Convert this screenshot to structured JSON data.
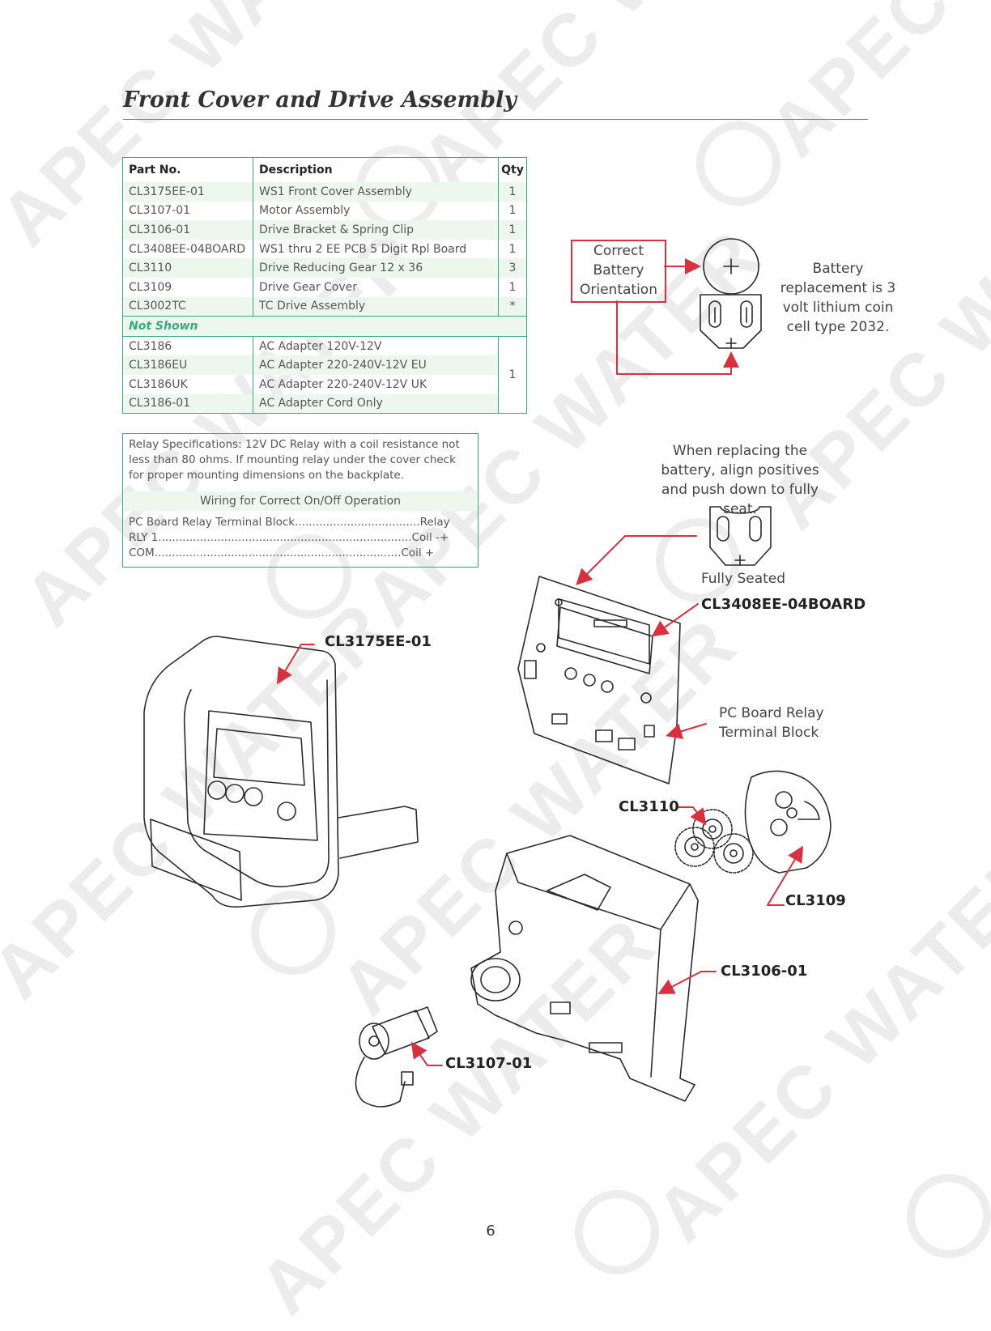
{
  "page_title": "Front Cover and Drive Assembly",
  "watermark": "APEC WATER",
  "parts_table": {
    "headers": [
      "Part No.",
      "Description",
      "Qty"
    ],
    "rows": [
      {
        "part": "CL3175EE-01",
        "desc": "WS1 Front Cover Assembly",
        "qty": "1"
      },
      {
        "part": "CL3107-01",
        "desc": "Motor Assembly",
        "qty": "1"
      },
      {
        "part": "CL3106-01",
        "desc": "Drive Bracket & Spring Clip",
        "qty": "1"
      },
      {
        "part": "CL3408EE-04BOARD",
        "desc": "WS1 thru 2 EE PCB 5 Digit Rpl Board",
        "qty": "1"
      },
      {
        "part": "CL3110",
        "desc": "Drive Reducing Gear 12 x 36",
        "qty": "3"
      },
      {
        "part": "CL3109",
        "desc": "Drive Gear Cover",
        "qty": "1"
      },
      {
        "part": "CL3002TC",
        "desc": "TC Drive Assembly",
        "qty": "*"
      }
    ],
    "not_shown_label": "Not Shown",
    "not_shown_rows": [
      {
        "part": "CL3186",
        "desc": "AC Adapter 120V-12V"
      },
      {
        "part": "CL3186EU",
        "desc": "AC Adapter 220-240V-12V EU"
      },
      {
        "part": "CL3186UK",
        "desc": "AC Adapter 220-240V-12V UK"
      },
      {
        "part": "CL3186-01",
        "desc": "AC Adapter Cord Only"
      }
    ],
    "not_shown_qty": "1"
  },
  "relay_box": {
    "spec_text": "Relay Specifications: 12V DC Relay with a coil resistance not less than 80 ohms. If mounting relay under the cover check for proper mounting dimensions on the backplate.",
    "wiring_heading": "Wiring for Correct On/Off Operation",
    "rows": [
      {
        "left": "PC Board Relay Terminal Block",
        "right": "Relay"
      },
      {
        "left": "RLY 1",
        "right": "Coil -+"
      },
      {
        "left": "COM",
        "right": "Coil +"
      }
    ]
  },
  "battery": {
    "orientation_label": "Correct Battery Orientation",
    "replacement_note": "Battery replacement is 3 volt lithium coin cell type 2032.",
    "replace_instructions": "When replacing the battery, align positives and push down to fully seat.",
    "fully_seated": "Fully Seated",
    "plus_symbol": "+"
  },
  "callouts": {
    "board": "CL3408EE-04BOARD",
    "cover": "CL3175EE-01",
    "terminal_block": "PC Board Relay Terminal Block",
    "gear": "CL3110",
    "gear_cover": "CL3109",
    "bracket": "CL3106-01",
    "motor": "CL3107-01"
  },
  "colors": {
    "accent_green": "#3aaa7c",
    "row_tint": "#eef7ee",
    "callout_red": "#d9303f"
  },
  "page_number": "6"
}
